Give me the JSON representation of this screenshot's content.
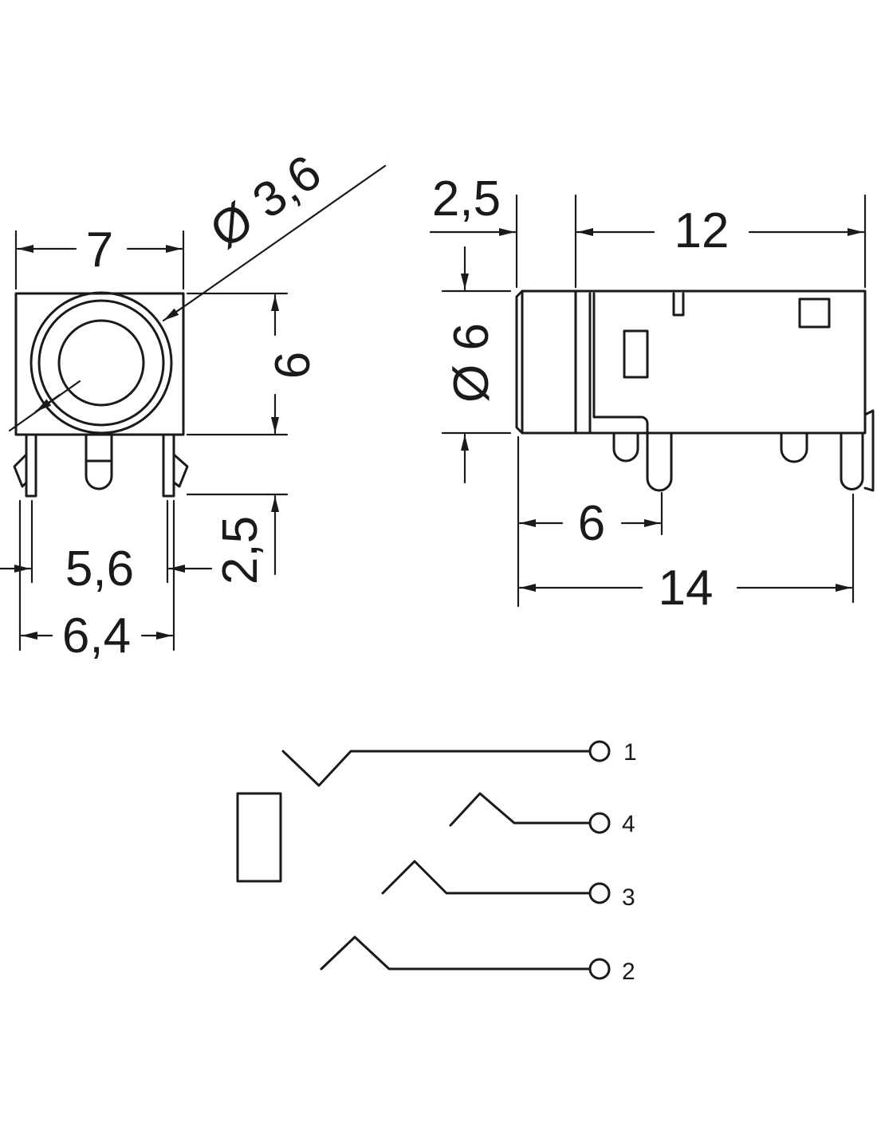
{
  "front_view": {
    "width_label": "7",
    "bore_label": "Ø 3,6",
    "height_label": "6",
    "pin_length_label": "2,5",
    "pin_inner_span_label": "5,6",
    "pin_outer_span_label": "6,4"
  },
  "side_view": {
    "collar_label": "2,5",
    "body_length_label": "12",
    "diameter_label": "Ø 6",
    "pin_offset_label": "6",
    "total_length_label": "14"
  },
  "schematic": {
    "pins": [
      {
        "label": "1"
      },
      {
        "label": "4"
      },
      {
        "label": "3"
      },
      {
        "label": "2"
      }
    ]
  },
  "colors": {
    "ink": "#1a1a1a",
    "background": "#ffffff"
  }
}
